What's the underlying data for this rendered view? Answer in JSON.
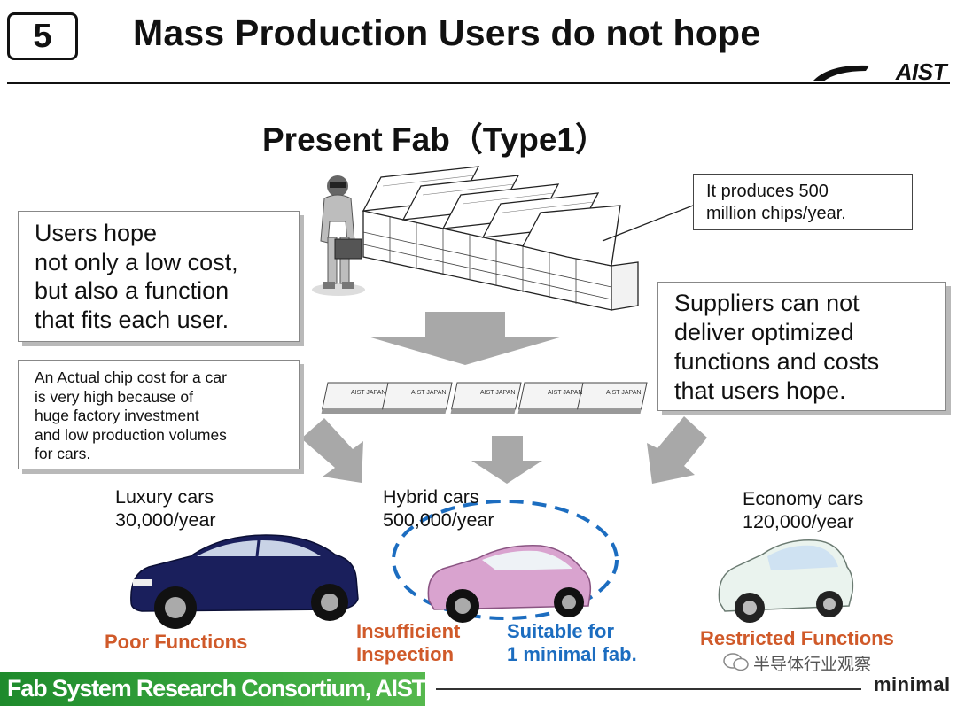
{
  "header": {
    "slide_number": "5",
    "title": "Mass Production Users do not hope",
    "logo": "AIST"
  },
  "subtitle": "Present Fab（Type1）",
  "callouts": {
    "users_hope": [
      "Users hope",
      "not only a low cost,",
      "but also a function",
      "that fits each user."
    ],
    "chip_cost": [
      "An Actual chip cost for a car",
      "is very high because of",
      "huge factory investment",
      "and low production volumes",
      "for cars."
    ],
    "suppliers": [
      "Suppliers can not",
      "deliver optimized",
      "functions and costs",
      "that users hope."
    ],
    "production": [
      "It produces 500",
      "million chips/year."
    ]
  },
  "chip_marking": [
    "AIST JAPAN"
  ],
  "cars": [
    {
      "name": "Luxury cars",
      "volume": "30,000/year",
      "function": "Poor Functions",
      "color": "#1a1f5c"
    },
    {
      "name": "Hybrid cars",
      "volume": "500,000/year",
      "function": [
        "Insufficient",
        "Inspection"
      ],
      "note": [
        "Suitable for",
        "1 minimal fab."
      ],
      "color": "#d9a3cf"
    },
    {
      "name": "Economy cars",
      "volume": "120,000/year",
      "function": "Restricted Functions",
      "color": "#eaf3ee"
    }
  ],
  "colors": {
    "function_text": "#d05a2a",
    "suitable_text": "#1c6dc0",
    "footer_green": "#2f9a38"
  },
  "footer": {
    "consortium": "Fab System Research Consortium, AIST",
    "brand": "minimal",
    "watermark": "半导体行业观察"
  }
}
